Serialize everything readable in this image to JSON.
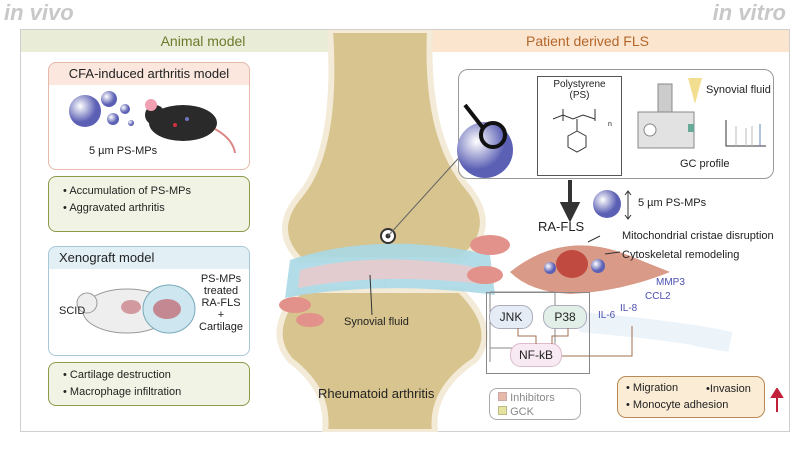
{
  "corner_labels": {
    "left": "in vivo",
    "right": "in vitro"
  },
  "headers": {
    "left": "Animal model",
    "right": "Patient derived FLS"
  },
  "cfa": {
    "title": "CFA-induced arthritis model",
    "particle_label": "5 µm PS-MPs",
    "results": [
      "Accumulation of PS-MPs",
      "Aggravated arthritis"
    ]
  },
  "xenograft": {
    "title": "Xenograft model",
    "mouse_label": "SCID",
    "graft_label": [
      "PS-MPs",
      "treated",
      "RA-FLS",
      "+",
      "Cartilage"
    ],
    "results": [
      "Cartilage destruction",
      "Macrophage infiltration"
    ]
  },
  "joint": {
    "synovial_label": "Synovial fluid",
    "disease_label": "Rheumatoid arthritis"
  },
  "analysis": {
    "polymer_title": "Polystyrene",
    "polymer_abbr": "(PS)",
    "subscript": "n",
    "sample_label": "Synovial fluid",
    "gc_label": "GC profile"
  },
  "particle": {
    "label": "5 µm PS-MPs"
  },
  "cell": {
    "title": "RA-FLS",
    "effects": [
      "Mitochondrial cristae disruption",
      "Cytoskeletal remodeling"
    ]
  },
  "cytokines": [
    "MMP3",
    "CCL2",
    "IL-6",
    "IL-8"
  ],
  "pathway": {
    "kinases": [
      "JNK",
      "P38"
    ],
    "nfkb": "NF-kB"
  },
  "legend": [
    {
      "label": "Inhibitors",
      "color": "#e8b8a8"
    },
    {
      "label": "GCK",
      "color": "#e4e4a0"
    }
  ],
  "outcomes": {
    "items": [
      "Migration",
      "Invasion",
      "Monocyte adhesion"
    ],
    "trend": "up"
  },
  "colors": {
    "particle": "#6f73c0",
    "cytokine_text": "#4a4fb0",
    "arrow_up": "#c0203a",
    "outcome_bg": "#fbecd6",
    "outcome_border": "#b98a55"
  }
}
